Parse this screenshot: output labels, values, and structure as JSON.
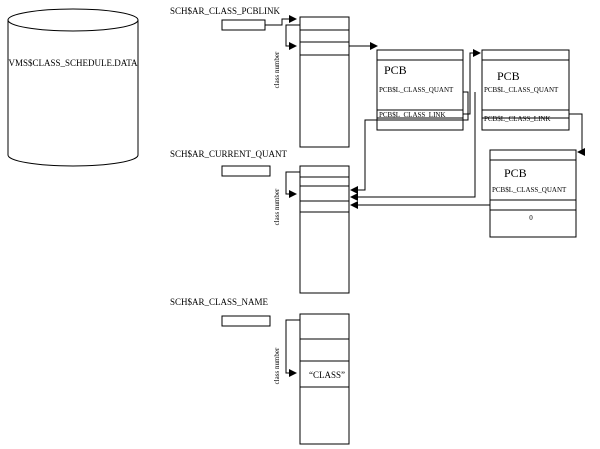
{
  "database": {
    "label": "VMS$CLASS_SCHEDULE.DATA"
  },
  "arrays": {
    "pcblink": {
      "title": "SCH$AR_CLASS_PCBLINK",
      "index_label": "class number"
    },
    "current_quant": {
      "title": "SCH$AR_CURRENT_QUANT",
      "index_label": "class number"
    },
    "class_name": {
      "title": "SCH$AR_CLASS_NAME",
      "index_label": "class number",
      "entry": "“CLASS”"
    }
  },
  "pcbs": [
    {
      "title": "PCB",
      "field1": "PCB$L_CLASS_QUANT",
      "field2": "PCB$L_CLASS_LINK"
    },
    {
      "title": "PCB",
      "field1": "PCB$L_CLASS_QUANT",
      "field2": "PCB$L_CLASS_LINK"
    },
    {
      "title": "PCB",
      "field1": "PCB$L_CLASS_QUANT",
      "field2": "0"
    }
  ]
}
